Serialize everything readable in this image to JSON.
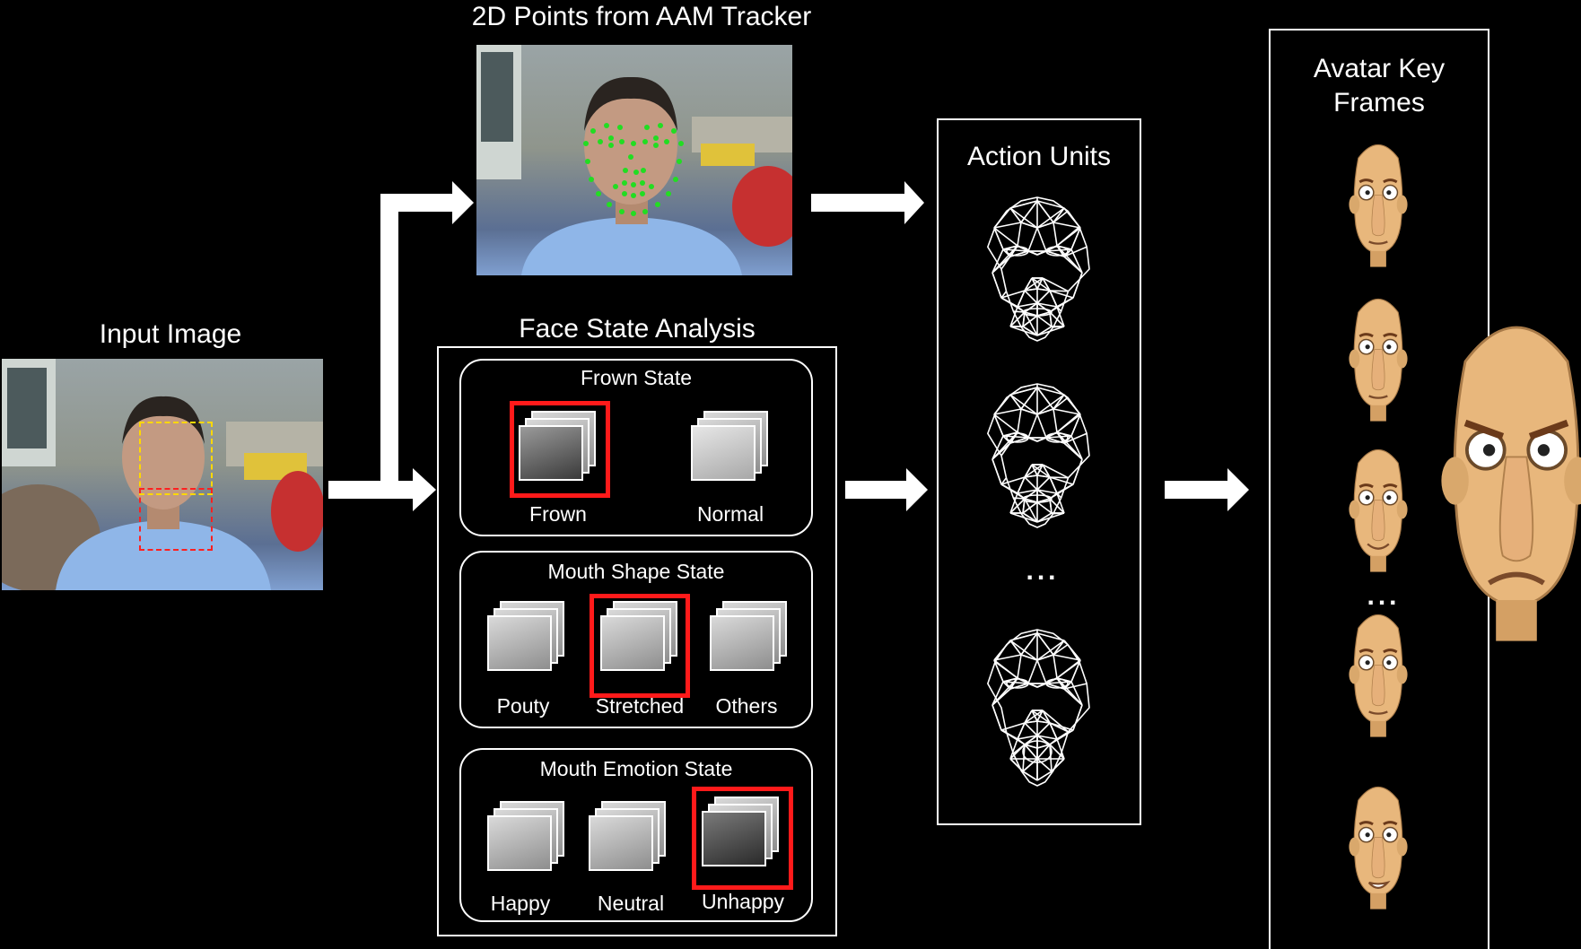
{
  "input": {
    "title": "Input Image"
  },
  "tracker": {
    "title": "2D Points from AAM Tracker"
  },
  "fsa": {
    "title": "Face State Analysis",
    "frown": {
      "title": "Frown State",
      "options": [
        "Frown",
        "Normal"
      ],
      "selected": "Frown"
    },
    "shape": {
      "title": "Mouth Shape State",
      "options": [
        "Pouty",
        "Stretched",
        "Others"
      ],
      "selected": "Stretched"
    },
    "emotion": {
      "title": "Mouth Emotion State",
      "options": [
        "Happy",
        "Neutral",
        "Unhappy"
      ],
      "selected": "Unhappy"
    }
  },
  "au": {
    "title": "Action Units",
    "ellipsis": "..."
  },
  "avatar": {
    "title_line1": "Avatar Key",
    "title_line2": "Frames",
    "ellipsis": "..."
  },
  "colors": {
    "background": "#000000",
    "highlight": "#ff1a1a",
    "landmark": "#22dd22",
    "roi_upper": "#ffd800",
    "roi_lower": "#ff2020",
    "avatar_skin": "#e8b77c"
  }
}
